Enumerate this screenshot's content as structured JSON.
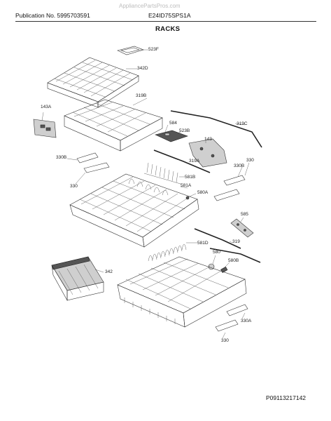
{
  "watermark": "AppliancePartsPros.com",
  "header": {
    "publication": "Publication No. 5995703591",
    "model": "E24ID75SPS1A",
    "section_title": "RACKS"
  },
  "part_labels": [
    "523F",
    "342D",
    "319B",
    "143A",
    "584",
    "523B",
    "143",
    "319C",
    "330B",
    "330",
    "319A",
    "330B",
    "330",
    "581B",
    "581A",
    "580A",
    "585",
    "581D",
    "319",
    "580",
    "580B",
    "342",
    "330A",
    "330"
  ],
  "footer": {
    "diagram_id": "P09113217142"
  }
}
